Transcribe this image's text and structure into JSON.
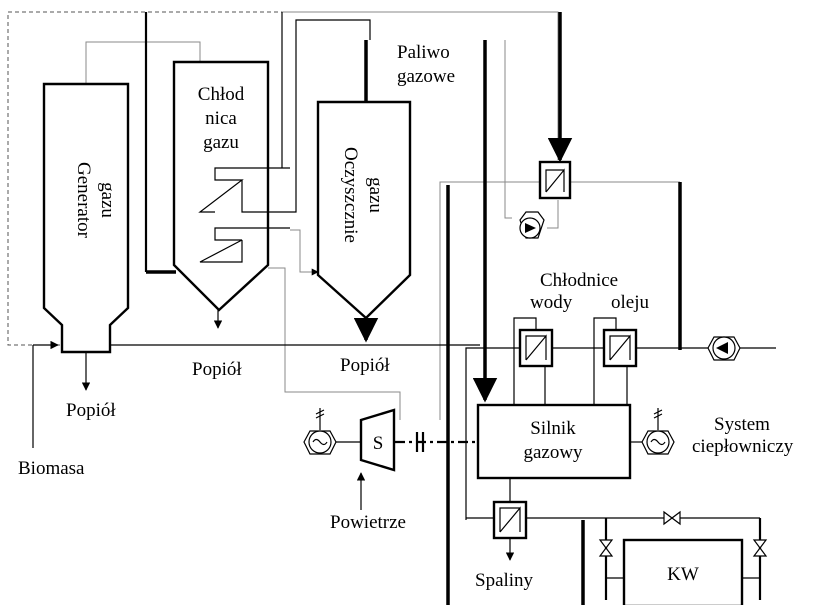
{
  "labels": {
    "generator_line1": "Generator",
    "generator_line2": "gazu",
    "cooler_line1": "Chłod",
    "cooler_line2": "nica",
    "cooler_line3": "gazu",
    "cleaner_line1": "Oczyszcznie",
    "cleaner_line2": "gazu",
    "fuel_line1": "Paliwo",
    "fuel_line2": "gazowe",
    "coolers_title": "Chłodnice",
    "water": "wody",
    "oil": "oleju",
    "engine_line1": "Silnik",
    "engine_line2": "gazowy",
    "heating_line1": "System",
    "heating_line2": "ciepłowniczy",
    "compressor": "S",
    "ash_generator": "Popiół",
    "ash_cooler": "Popiół",
    "ash_cleaner": "Popiół",
    "biomass": "Biomasa",
    "air": "Powietrze",
    "exhaust": "Spaliny",
    "boiler": "KW"
  }
}
